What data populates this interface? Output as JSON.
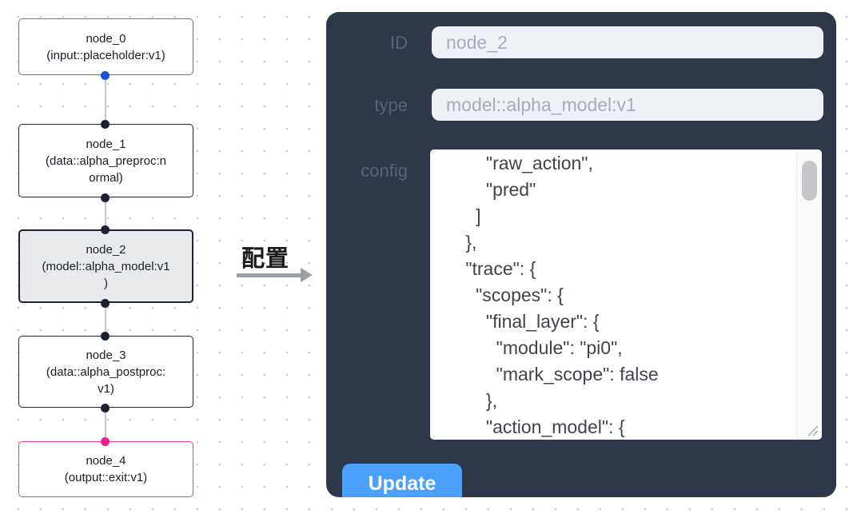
{
  "flow": {
    "nodes": [
      {
        "title": "node_0",
        "subtitle": "(input::placeholder:v1)"
      },
      {
        "title": "node_1",
        "subtitle": "(data::alpha_preproc:n\normal)"
      },
      {
        "title": "node_2",
        "subtitle": "(model::alpha_model:v1\n)"
      },
      {
        "title": "node_3",
        "subtitle": "(data::alpha_postproc:\nv1)"
      },
      {
        "title": "node_4",
        "subtitle": "(output::exit:v1)"
      }
    ]
  },
  "transfer_arrow": {
    "label": "配置"
  },
  "panel": {
    "id_field": {
      "label": "ID",
      "value": "node_2"
    },
    "type_field": {
      "label": "type",
      "value": "model::alpha_model:v1"
    },
    "config_field": {
      "label": "config",
      "value": "          \"raw_action\",\n          \"pred\"\n        ]\n      },\n      \"trace\": {\n        \"scopes\": {\n          \"final_layer\": {\n            \"module\": \"pi0\",\n            \"mark_scope\": false\n          },\n          \"action_model\": {"
    },
    "update_button": "Update"
  },
  "colors": {
    "panel_bg": "#2e3848",
    "accent_blue": "#4aa0fa",
    "input_bg": "#eef1f6",
    "input_text": "#a7acb6",
    "label_text": "#5a6375",
    "node_border_dark": "#1e2433",
    "node_input_border": "#4a78cc",
    "node_output_border": "#e93d8d",
    "node_selected_bg": "#e9eaec",
    "port_blue": "#1d50d8",
    "port_pink": "#ee2090",
    "edge_gray": "#c3c6cb"
  }
}
